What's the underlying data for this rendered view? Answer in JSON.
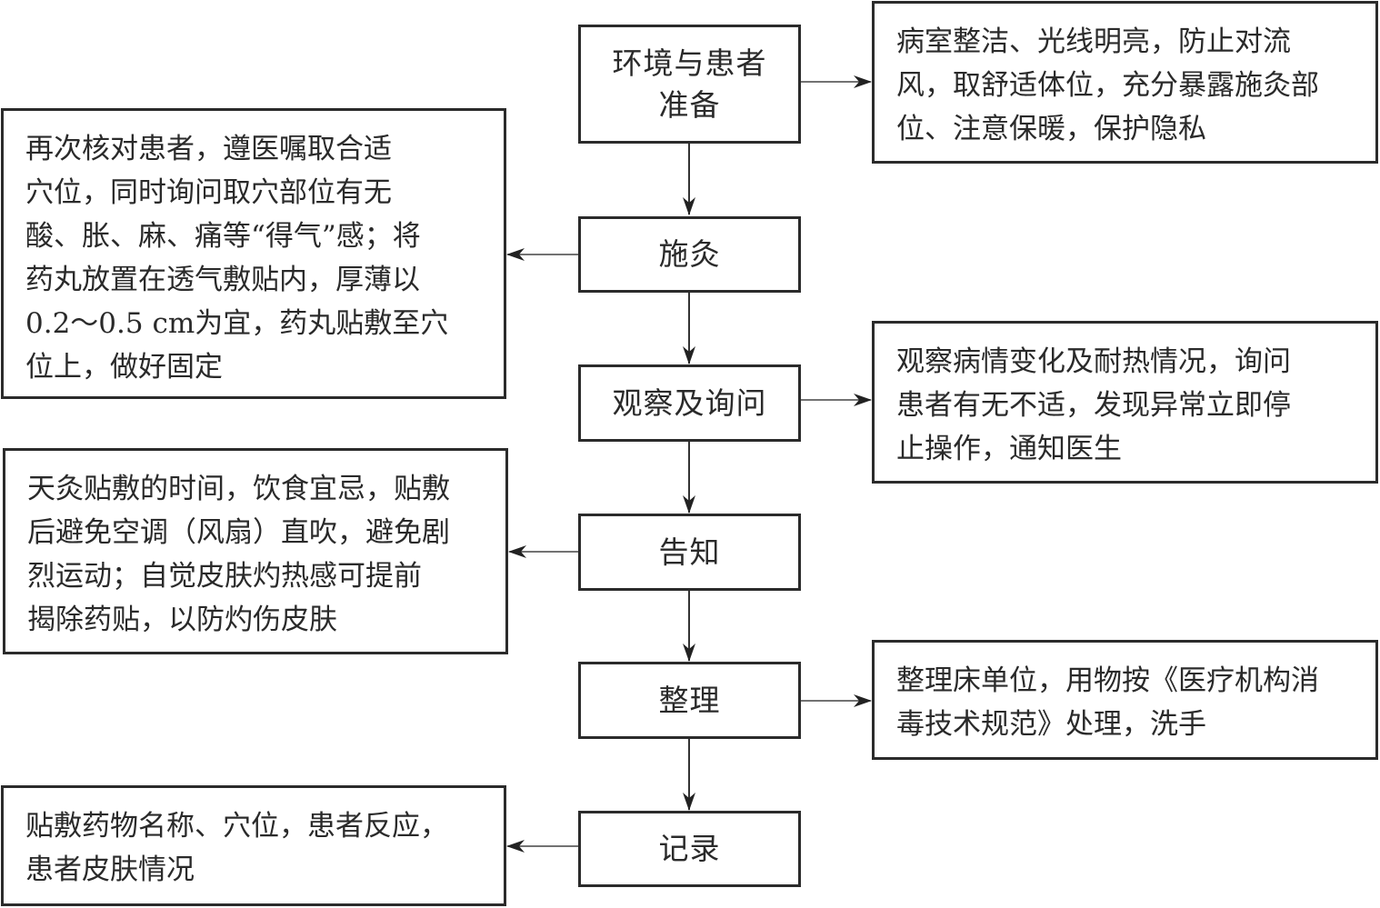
{
  "diagram": {
    "type": "flowchart",
    "steps": [
      {
        "id": "prep",
        "label": "环境与患者准备",
        "line1": "环境与患者",
        "line2": "准备"
      },
      {
        "id": "moxa",
        "label": "施灸"
      },
      {
        "id": "observe",
        "label": "观察及询问"
      },
      {
        "id": "inform",
        "label": "告知"
      },
      {
        "id": "tidy",
        "label": "整理"
      },
      {
        "id": "record",
        "label": "记录"
      }
    ],
    "notes": {
      "prep": {
        "side": "right",
        "lines": [
          "病室整洁、光线明亮，防止对流",
          "风，取舒适体位，充分暴露施灸部",
          "位、注意保暖，保护隐私"
        ]
      },
      "moxa": {
        "side": "left",
        "lines": [
          "再次核对患者，遵医嘱取合适",
          "穴位，同时询问取穴部位有无",
          "酸、胀、麻、痛等“得气”感；将",
          "药丸放置在透气敷贴内，厚薄以",
          "0.2～0.5 cm为宜，药丸贴敷至穴",
          "位上，做好固定"
        ]
      },
      "observe": {
        "side": "right",
        "lines": [
          "观察病情变化及耐热情况，询问",
          "患者有无不适，发现异常立即停",
          "止操作，通知医生"
        ]
      },
      "inform": {
        "side": "left",
        "lines": [
          "天灸贴敷的时间，饮食宜忌，贴敷",
          "后避免空调（风扇）直吹，避免剧",
          "烈运动；自觉皮肤灼热感可提前",
          "揭除药贴，以防灼伤皮肤"
        ]
      },
      "tidy": {
        "side": "right",
        "lines": [
          "整理床单位，用物按《医疗机构消",
          "毒技术规范》处理，洗手"
        ]
      },
      "record": {
        "side": "left",
        "lines": [
          "贴敷药物名称、穴位，患者反应，",
          "患者皮肤情况"
        ]
      }
    },
    "edges": [
      {
        "from": "prep",
        "to": "moxa"
      },
      {
        "from": "moxa",
        "to": "observe"
      },
      {
        "from": "observe",
        "to": "inform"
      },
      {
        "from": "inform",
        "to": "tidy"
      },
      {
        "from": "tidy",
        "to": "record"
      },
      {
        "from": "prep",
        "to": "note-prep"
      },
      {
        "from": "moxa",
        "to": "note-moxa"
      },
      {
        "from": "observe",
        "to": "note-observe"
      },
      {
        "from": "inform",
        "to": "note-inform"
      },
      {
        "from": "tidy",
        "to": "note-tidy"
      },
      {
        "from": "record",
        "to": "note-record"
      }
    ]
  }
}
